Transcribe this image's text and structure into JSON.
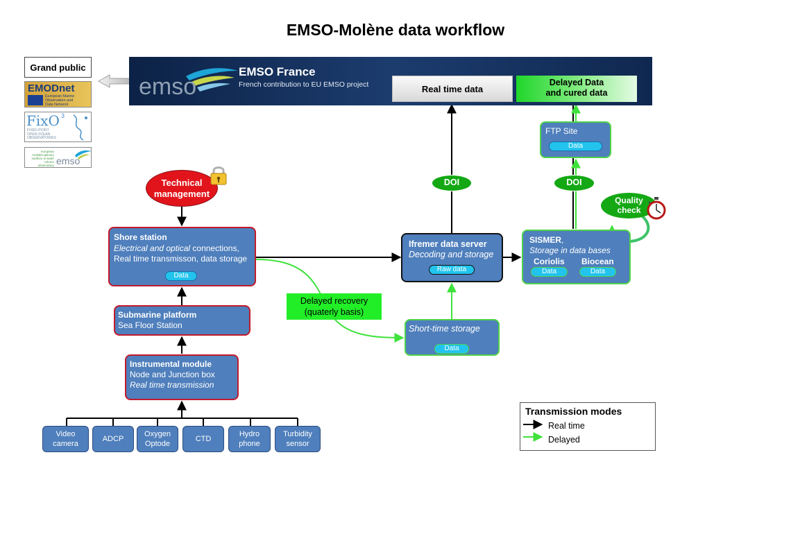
{
  "title": "EMSO-Molène data workflow",
  "header": {
    "logo_text": "emso",
    "name": "EMSO France",
    "subtitle": "French contribution to EU EMSO project",
    "realtime_label": "Real time data",
    "delayed_label_1": "Delayed Data",
    "delayed_label_2": "and cured data"
  },
  "public": {
    "label": "Grand public",
    "emodnet": "EMODnet",
    "emodnet_sub_1": "European Marine",
    "emodnet_sub_2": "Observation and",
    "emodnet_sub_3": "Data Network",
    "fixo3": "FixO",
    "fixo3_sup": "3",
    "fixo3_sub_1": "FIXED-POINT",
    "fixo3_sub_2": "OPEN OCEAN",
    "fixo3_sub_3": "OBSERVATORIES",
    "emso_small_1": "european",
    "emso_small_2": "multidisciplinary",
    "emso_small_3": "seafloor & water column",
    "emso_small_4": "observatory",
    "emso_small_logo": "emso"
  },
  "technical": {
    "line1": "Technical",
    "line2": "management"
  },
  "shore": {
    "title": "Shore station",
    "line1_italic": "Electrical and optical",
    "line1_rest": "  connections,",
    "line2": "Real time transmisson, data storage",
    "data": "Data"
  },
  "submarine": {
    "title": "Submarine platform",
    "line": "Sea Floor Station"
  },
  "instrumental": {
    "title": "Instrumental module",
    "line1": "Node and Junction box",
    "line2": "Real time transmission"
  },
  "sensors": [
    "Video\ncamera",
    "ADCP",
    "Oxygen\nOptode",
    "CTD",
    "Hydro\nphone",
    "Turbidity\nsensor"
  ],
  "delayed_recovery": {
    "line1": "Delayed recovery",
    "line2": "(quaterly basis)"
  },
  "short_storage": {
    "title": "Short-time storage",
    "data": "Data"
  },
  "ifremer": {
    "title": "Ifremer data server",
    "subtitle": "Decoding and storage",
    "data": "Raw data"
  },
  "ftp": {
    "title": "FTP Site",
    "data": "Data"
  },
  "doi_left": "DOI",
  "doi_right": "DOI",
  "quality": {
    "line1": "Quality",
    "line2": "check"
  },
  "sismer": {
    "title": "SISMER",
    "title_suffix": ",",
    "subtitle": "Storage  in data bases",
    "col1": "Coriolis",
    "col2": "Biocean",
    "data1": "Data",
    "data2": "Data"
  },
  "legend": {
    "title": "Transmission modes",
    "realtime": "Real time",
    "delayed": "Delayed"
  },
  "colors": {
    "box_blue": "#4f7fbc",
    "border_red": "#c21a2a",
    "border_green": "#4ed24a",
    "header_navy": "#16305e",
    "doi_green": "#14a814",
    "technical_red": "#e2141b"
  }
}
